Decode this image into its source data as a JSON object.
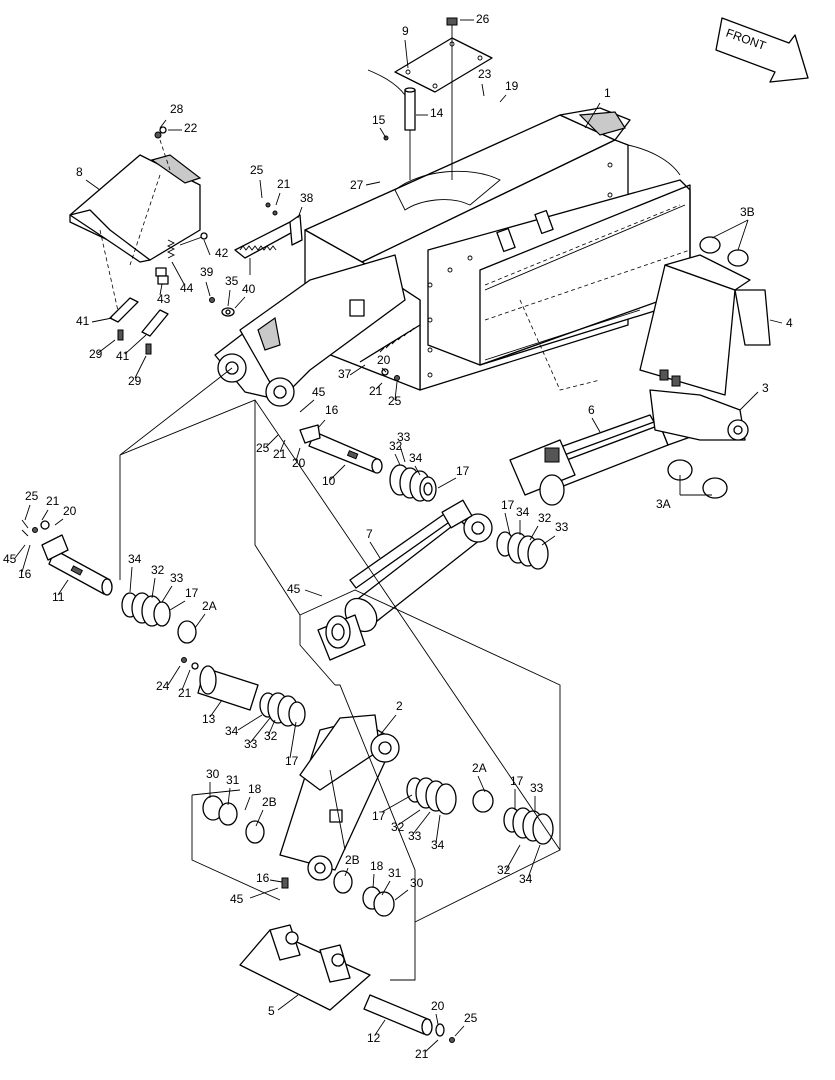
{
  "front_label": "FRONT",
  "callouts": [
    {
      "id": "c1",
      "text": "1"
    },
    {
      "id": "c2",
      "text": "2"
    },
    {
      "id": "c2a1",
      "text": "2A"
    },
    {
      "id": "c2a2",
      "text": "2A"
    },
    {
      "id": "c2b1",
      "text": "2B"
    },
    {
      "id": "c2b2",
      "text": "2B"
    },
    {
      "id": "c3",
      "text": "3"
    },
    {
      "id": "c3a",
      "text": "3A"
    },
    {
      "id": "c3b",
      "text": "3B"
    },
    {
      "id": "c4",
      "text": "4"
    },
    {
      "id": "c5",
      "text": "5"
    },
    {
      "id": "c6",
      "text": "6"
    },
    {
      "id": "c7",
      "text": "7"
    },
    {
      "id": "c8",
      "text": "8"
    },
    {
      "id": "c9",
      "text": "9"
    },
    {
      "id": "c10",
      "text": "10"
    },
    {
      "id": "c11",
      "text": "11"
    },
    {
      "id": "c12",
      "text": "12"
    },
    {
      "id": "c13",
      "text": "13"
    },
    {
      "id": "c14",
      "text": "14"
    },
    {
      "id": "c15",
      "text": "15"
    },
    {
      "id": "c16a",
      "text": "16"
    },
    {
      "id": "c16b",
      "text": "16"
    },
    {
      "id": "c16c",
      "text": "16"
    },
    {
      "id": "c17a",
      "text": "17"
    },
    {
      "id": "c17b",
      "text": "17"
    },
    {
      "id": "c17c",
      "text": "17"
    },
    {
      "id": "c17d",
      "text": "17"
    },
    {
      "id": "c17e",
      "text": "17"
    },
    {
      "id": "c17f",
      "text": "17"
    },
    {
      "id": "c18a",
      "text": "18"
    },
    {
      "id": "c18b",
      "text": "18"
    },
    {
      "id": "c19",
      "text": "19"
    },
    {
      "id": "c20a",
      "text": "20"
    },
    {
      "id": "c20b",
      "text": "20"
    },
    {
      "id": "c20c",
      "text": "20"
    },
    {
      "id": "c20d",
      "text": "20"
    },
    {
      "id": "c21a",
      "text": "21"
    },
    {
      "id": "c21b",
      "text": "21"
    },
    {
      "id": "c21c",
      "text": "21"
    },
    {
      "id": "c21d",
      "text": "21"
    },
    {
      "id": "c21e",
      "text": "21"
    },
    {
      "id": "c21f",
      "text": "21"
    },
    {
      "id": "c22",
      "text": "22"
    },
    {
      "id": "c23",
      "text": "23"
    },
    {
      "id": "c24",
      "text": "24"
    },
    {
      "id": "c25a",
      "text": "25"
    },
    {
      "id": "c25b",
      "text": "25"
    },
    {
      "id": "c25c",
      "text": "25"
    },
    {
      "id": "c25d",
      "text": "25"
    },
    {
      "id": "c25e",
      "text": "25"
    },
    {
      "id": "c26",
      "text": "26"
    },
    {
      "id": "c27",
      "text": "27"
    },
    {
      "id": "c28",
      "text": "28"
    },
    {
      "id": "c29a",
      "text": "29"
    },
    {
      "id": "c29b",
      "text": "29"
    },
    {
      "id": "c30a",
      "text": "30"
    },
    {
      "id": "c30b",
      "text": "30"
    },
    {
      "id": "c31a",
      "text": "31"
    },
    {
      "id": "c31b",
      "text": "31"
    },
    {
      "id": "c32a",
      "text": "32"
    },
    {
      "id": "c32b",
      "text": "32"
    },
    {
      "id": "c32c",
      "text": "32"
    },
    {
      "id": "c32d",
      "text": "32"
    },
    {
      "id": "c32e",
      "text": "32"
    },
    {
      "id": "c32f",
      "text": "32"
    },
    {
      "id": "c33a",
      "text": "33"
    },
    {
      "id": "c33b",
      "text": "33"
    },
    {
      "id": "c33c",
      "text": "33"
    },
    {
      "id": "c33d",
      "text": "33"
    },
    {
      "id": "c33e",
      "text": "33"
    },
    {
      "id": "c33f",
      "text": "33"
    },
    {
      "id": "c34a",
      "text": "34"
    },
    {
      "id": "c34b",
      "text": "34"
    },
    {
      "id": "c34c",
      "text": "34"
    },
    {
      "id": "c34d",
      "text": "34"
    },
    {
      "id": "c34e",
      "text": "34"
    },
    {
      "id": "c34f",
      "text": "34"
    },
    {
      "id": "c35",
      "text": "35"
    },
    {
      "id": "c37",
      "text": "37"
    },
    {
      "id": "c38",
      "text": "38"
    },
    {
      "id": "c39",
      "text": "39"
    },
    {
      "id": "c40",
      "text": "40"
    },
    {
      "id": "c41a",
      "text": "41"
    },
    {
      "id": "c41b",
      "text": "41"
    },
    {
      "id": "c42",
      "text": "42"
    },
    {
      "id": "c43",
      "text": "43"
    },
    {
      "id": "c44",
      "text": "44"
    },
    {
      "id": "c45a",
      "text": "45"
    },
    {
      "id": "c45b",
      "text": "45"
    },
    {
      "id": "c45c",
      "text": "45"
    },
    {
      "id": "c45d",
      "text": "45"
    }
  ]
}
